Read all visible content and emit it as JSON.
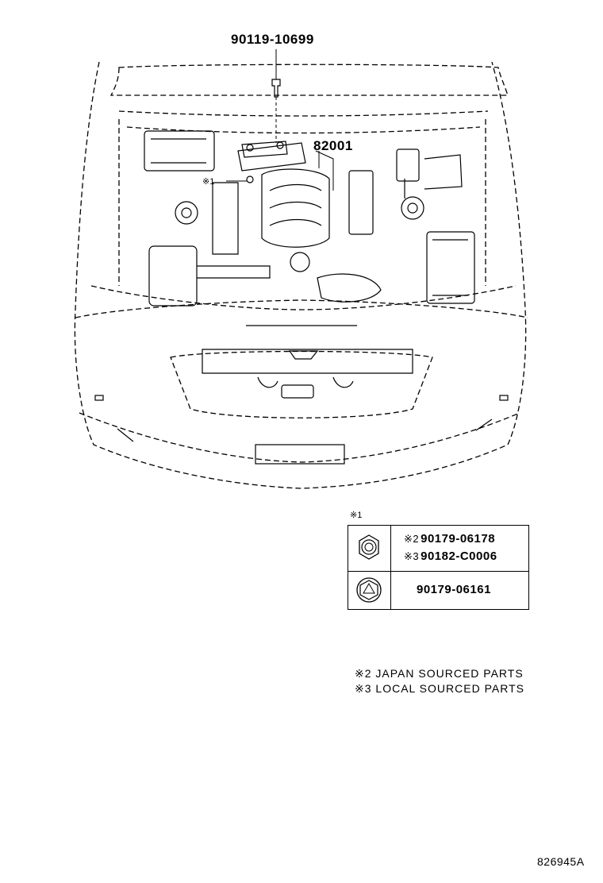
{
  "labels": {
    "part_top": "90119-10699",
    "part_main": "82001",
    "ref_mark_1": "※1"
  },
  "legend": {
    "header": "※1",
    "rows": [
      {
        "icon": "hex-nut-icon",
        "lines": [
          {
            "mark": "※2",
            "code": "90179-06178"
          },
          {
            "mark": "※3",
            "code": "90182-C0006"
          }
        ]
      },
      {
        "icon": "flange-nut-icon",
        "lines": [
          {
            "mark": "",
            "code": "90179-06161"
          }
        ]
      }
    ]
  },
  "notes": [
    "※2 JAPAN SOURCED PARTS",
    "※3 LOCAL SOURCED PARTS"
  ],
  "figure_id": "826945A"
}
